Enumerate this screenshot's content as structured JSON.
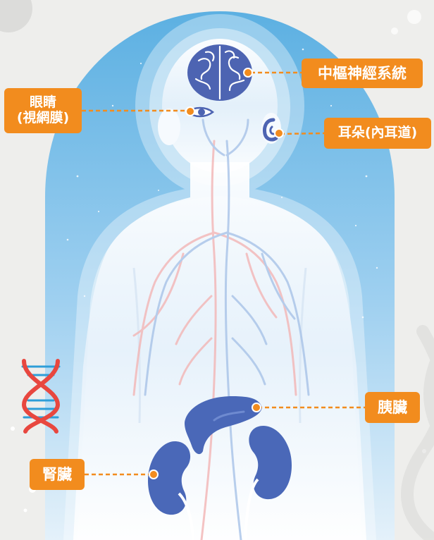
{
  "labels": {
    "central_nervous_system": "中樞神經系統",
    "eye_line1": "眼睛",
    "eye_line2": "(視網膜)",
    "ear": "耳朵(內耳道)",
    "pancreas": "胰臟",
    "kidney": "腎臟"
  },
  "colors": {
    "background": "#eeeeec",
    "sky_top": "#5db1e3",
    "sky_bottom": "#d9ecf8",
    "body_fill": "#f4f9fd",
    "organ_blue": "#4a68b8",
    "brain_blue": "#4d64b2",
    "label_orange": "#f28c1e",
    "dna_red": "#e8473f",
    "dna_blue": "#2e9ed8",
    "vein_red": "#f2b0b0",
    "vein_blue": "#a9c4e8"
  },
  "icons": [
    "brain-icon",
    "eye-icon",
    "ear-icon",
    "pancreas-icon",
    "kidney-icon",
    "dna-icon"
  ]
}
